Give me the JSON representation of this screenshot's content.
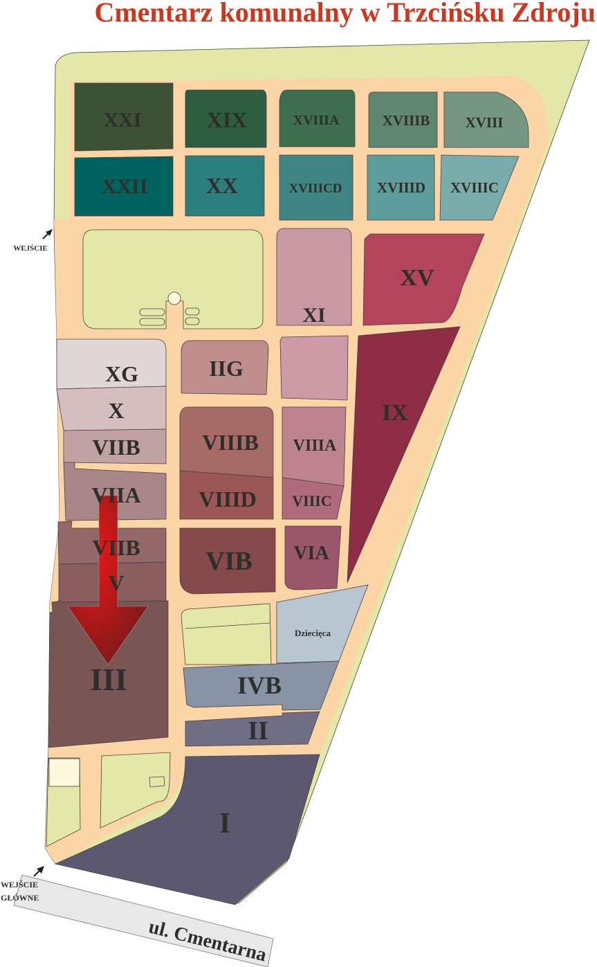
{
  "title": "Cmentarz komunalny w Trzcińsku Zdroju",
  "entrances": {
    "side": "WEJŚCIE",
    "main_line1": "WEJŚCIE",
    "main_line2": "GŁÓWNE"
  },
  "street": "ul. Cmentarna",
  "sections": {
    "XXI": "XXI",
    "XXII": "XXII",
    "XIX": "XIX",
    "XX": "XX",
    "XVIIIA": "XVIIIA",
    "XVIIICD": "XVIIICD",
    "XVIIIB": "XVIIIB",
    "XVIIID": "XVIIID",
    "XVIII": "XVIII",
    "XVIIIC": "XVIIIC",
    "XI": "XI",
    "XV": "XV",
    "XG": "XG",
    "X": "X",
    "VIIB": "VIIB",
    "VIIA": "VIIA",
    "VIB_left": "VIIB",
    "V": "V",
    "III": "III",
    "IIG": "IIG",
    "IX": "IX",
    "VIIIB": "VIIIB",
    "VIIIA": "VIIIA",
    "VIIID": "VIIID",
    "VIIIC": "VIIIC",
    "VIB": "VIB",
    "VIA": "VIA",
    "Dziecieca": "Dziecięca",
    "IVB": "IVB",
    "II": "II",
    "I": "I"
  },
  "colors": {
    "title": "#d0361b",
    "road": "#fbd5a5",
    "green": "#e3e8a8",
    "arrow": "#d01818"
  }
}
